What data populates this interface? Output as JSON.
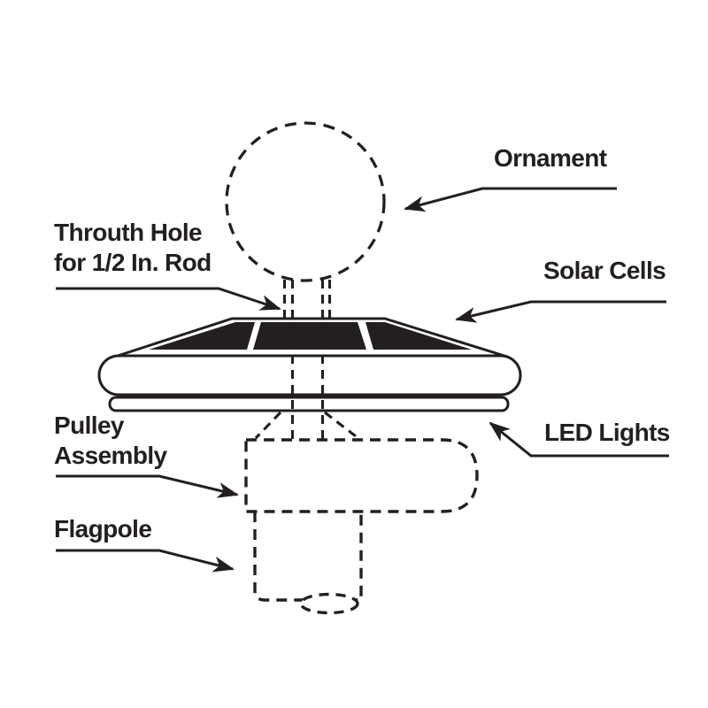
{
  "colors": {
    "ink": "#231f20",
    "background": "#ffffff",
    "solar_panel_fill": "#231f20"
  },
  "labels": {
    "ornament": "Ornament",
    "through_hole_line1": "Throuth Hole",
    "through_hole_line2": "for 1/2 In. Rod",
    "solar_cells": "Solar Cells",
    "led_lights": "LED Lights",
    "pulley_line1": "Pulley",
    "pulley_line2": "Assembly",
    "flagpole": "Flagpole"
  },
  "callouts": [
    {
      "label": "Ornament",
      "points_to": "dashed ornament ball at top"
    },
    {
      "label": "Throuth Hole for 1/2 In. Rod",
      "points_to": "rod hole through cap"
    },
    {
      "label": "Solar Cells",
      "points_to": "black panels on cap top"
    },
    {
      "label": "LED Lights",
      "points_to": "lower rim band of cap"
    },
    {
      "label": "Pulley Assembly",
      "points_to": "dashed housing under cap"
    },
    {
      "label": "Flagpole",
      "points_to": "dashed pole tube at bottom"
    }
  ]
}
